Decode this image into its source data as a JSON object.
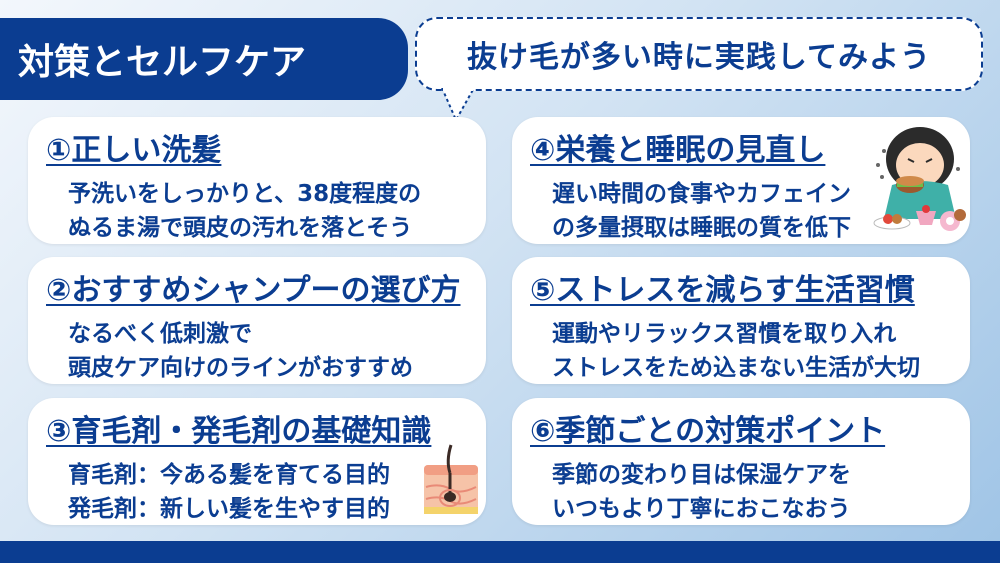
{
  "header": {
    "title": "対策とセルフケア",
    "speech": "抜け毛が多い時に実践してみよう"
  },
  "cards": [
    {
      "title": "①正しい洗髪",
      "lines": [
        "予洗いをしっかりと、38度程度の",
        "ぬるま湯で頭皮の汚れを落とそう"
      ]
    },
    {
      "title": "②おすすめシャンプーの選び方",
      "lines": [
        "なるべく低刺激で",
        "頭皮ケア向けのラインがおすすめ"
      ]
    },
    {
      "title": "③育毛剤・発毛剤の基礎知識",
      "lines": [
        "育毛剤：今ある髪を育てる目的",
        "発毛剤：新しい髪を生やす目的"
      ]
    },
    {
      "title": "④栄養と睡眠の見直し",
      "lines": [
        "遅い時間の食事やカフェイン",
        "の多量摂取は睡眠の質を低下"
      ]
    },
    {
      "title": "⑤ストレスを減らす生活習慣",
      "lines": [
        "運動やリラックス習慣を取り入れ",
        "ストレスをため込まない生活が大切"
      ]
    },
    {
      "title": "⑥季節ごとの対策ポイント",
      "lines": [
        "季節の変わり目は保湿ケアを",
        "いつもより丁寧におこなおう"
      ]
    }
  ],
  "icons": [
    "hair-follicle-icon",
    "eating-person-icon"
  ],
  "colors": {
    "primary": "#0b3d91",
    "card": "#ffffff",
    "bg_light": "#f3f7fc",
    "bg_dark": "#9fc4e6"
  }
}
